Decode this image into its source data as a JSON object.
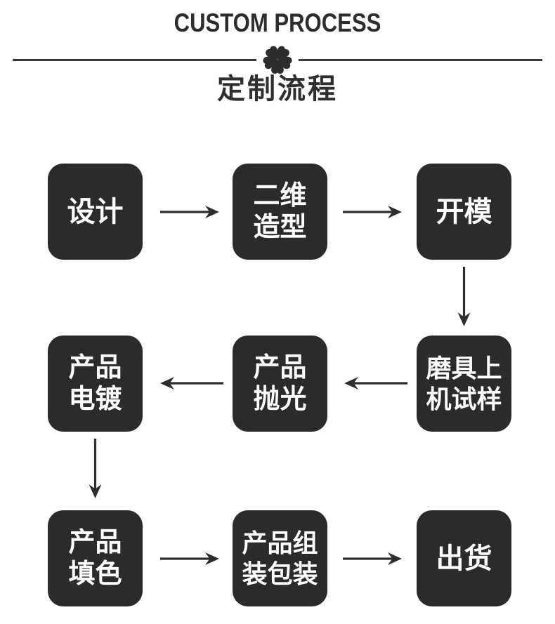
{
  "header": {
    "title": "CUSTOM PROCESS",
    "subtitle": "定制流程"
  },
  "icons": {
    "divider_ornament": "five-petal-flower"
  },
  "colors": {
    "ink": "#2d2d2d",
    "divider_line": "#3a3a3a",
    "node_background": "#2b2b2b",
    "node_text": "#ffffff",
    "page_background": "#ffffff"
  },
  "flow": {
    "nodes": [
      {
        "id": "design",
        "label": "设计"
      },
      {
        "id": "2d-modeling",
        "label": "二维\n造型"
      },
      {
        "id": "mold-opening",
        "label": "开模"
      },
      {
        "id": "mold-on-machine-sampling",
        "label": "磨具上\n机试样"
      },
      {
        "id": "product-polishing",
        "label": "产品\n抛光"
      },
      {
        "id": "product-electroplating",
        "label": "产品\n电镀"
      },
      {
        "id": "product-color-filling",
        "label": "产品\n填色"
      },
      {
        "id": "product-assembly-packaging",
        "label": "产品组\n装包装"
      },
      {
        "id": "shipping",
        "label": "出货"
      }
    ]
  }
}
